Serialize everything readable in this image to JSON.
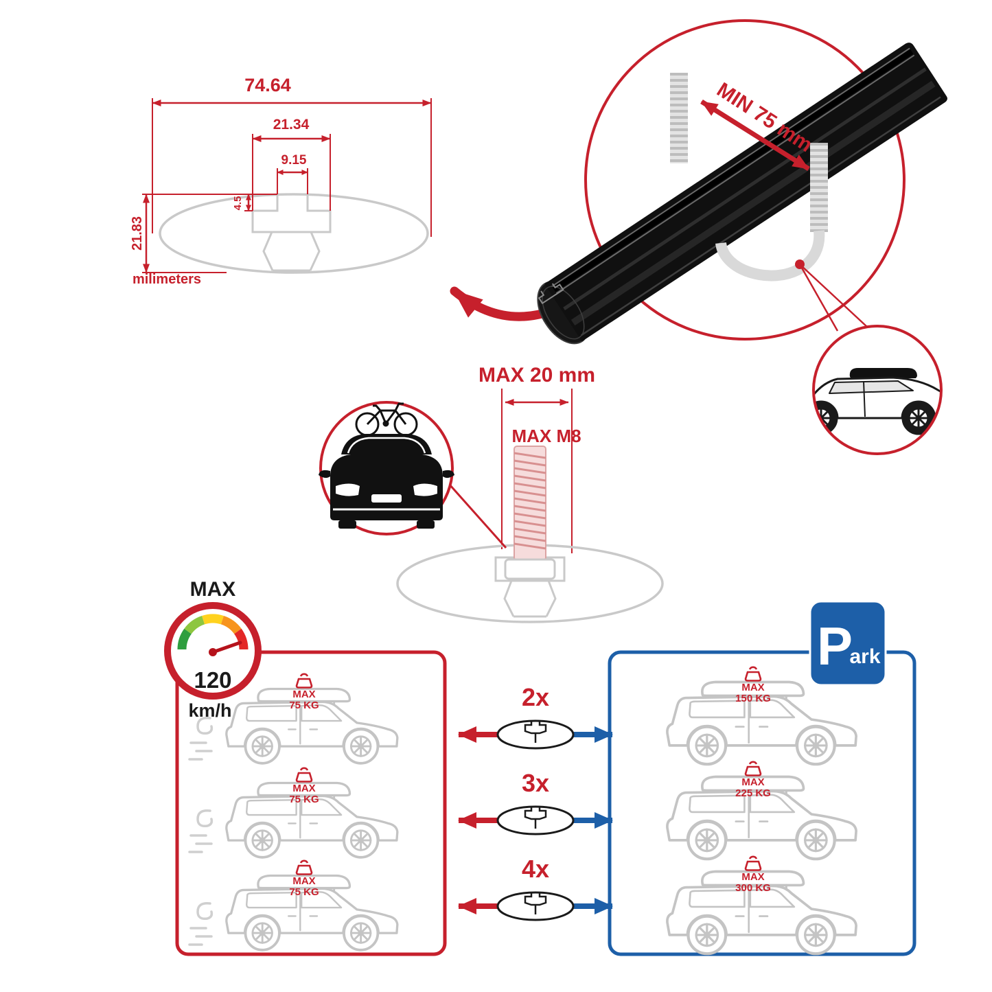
{
  "colors": {
    "red": "#c6202c",
    "blue": "#1d5fa8",
    "gray_outline": "#c9c9c9",
    "black": "#111111",
    "bolt_pink": "#f6dcdc"
  },
  "icons": {
    "speedometer-icon": "gauge with colored arc and needle",
    "park-sign-icon": "blue square with white P",
    "weight-icon": "kettlebell outline",
    "bike-icon": "bicycle on car roof",
    "car-front-icon": "car front silhouette",
    "suv-roofbox-icon": "suv with roof box",
    "crossbar-profile-icon": "aerodynamic bar cross section"
  },
  "dimensions": {
    "total_width": "74.64",
    "channel_width": "21.34",
    "slot_width": "9.15",
    "slot_depth": "4.5",
    "height": "21.83",
    "units": "milimeters"
  },
  "clamp": {
    "min_span": "MIN 75 mm"
  },
  "bolt": {
    "max_length": "MAX 20 mm",
    "max_thread": "MAX M8"
  },
  "speed_limit": {
    "title": "MAX",
    "value": "120",
    "unit": "km/h"
  },
  "park_sign": {
    "initial": "P",
    "rest": "ark"
  },
  "load": {
    "multipliers": [
      "2x",
      "3x",
      "4x"
    ],
    "driving": [
      {
        "max": "MAX",
        "weight": "75 KG"
      },
      {
        "max": "MAX",
        "weight": "75 KG"
      },
      {
        "max": "MAX",
        "weight": "75 KG"
      }
    ],
    "parked": [
      {
        "max": "MAX",
        "weight": "150 KG"
      },
      {
        "max": "MAX",
        "weight": "225 KG"
      },
      {
        "max": "MAX",
        "weight": "300 KG"
      }
    ]
  }
}
